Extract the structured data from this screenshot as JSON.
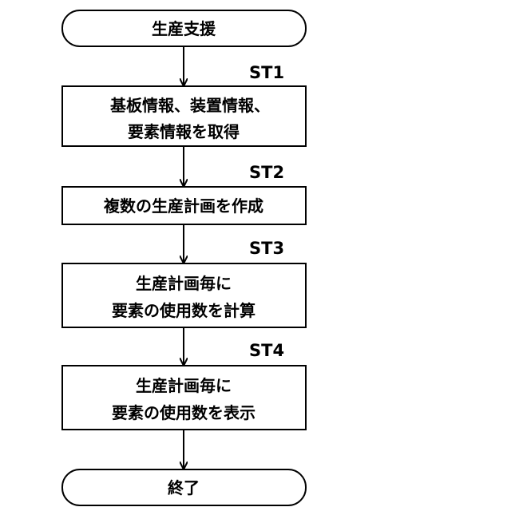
{
  "flowchart": {
    "start": {
      "label": "生産支援"
    },
    "steps": [
      {
        "id": "ST1",
        "lines": [
          "基板情報、装置情報、",
          "要素情報を取得"
        ]
      },
      {
        "id": "ST2",
        "lines": [
          "複数の生産計画を作成"
        ]
      },
      {
        "id": "ST3",
        "lines": [
          "生産計画毎に",
          "要素の使用数を計算"
        ]
      },
      {
        "id": "ST4",
        "lines": [
          "生産計画毎に",
          "要素の使用数を表示"
        ]
      }
    ],
    "end": {
      "label": "終了"
    }
  }
}
